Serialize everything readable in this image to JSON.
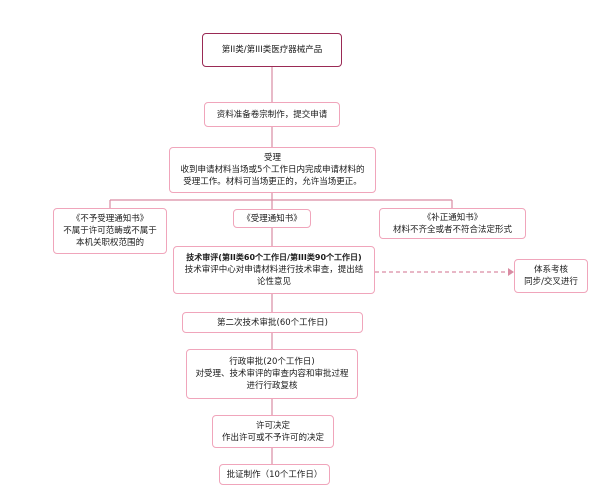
{
  "nodes": {
    "product_class": {
      "text": "第II类/第III类医疗器械产品"
    },
    "prepare_submit": {
      "text": "资料准备卷宗制作，提交申请"
    },
    "acceptance": {
      "title": "受理",
      "line1": "收到申请材料当场或5个工作日内完成申请材料的",
      "line2": "受理工作。材料可当场更正的，允许当场更正。"
    },
    "reject_notice": {
      "title": "《不予受理通知书》",
      "line1": "不属于许可范畴或不属于",
      "line2": "本机关职权范围的"
    },
    "accept_notice": {
      "title": "《受理通知书》"
    },
    "supplement_notice": {
      "title": "《补正通知书》",
      "line1": "材料不齐全或者不符合法定形式"
    },
    "tech_review": {
      "title": "技术审评(第II类60个工作日/第III类90个工作日)",
      "line1": "技术审评中心对申请材料进行技术审查，提出结",
      "line2": "论性意见"
    },
    "system_check": {
      "line1": "体系考核",
      "line2": "同步/交叉进行"
    },
    "second_review": {
      "text": "第二次技术审批(60个工作日)"
    },
    "admin_review": {
      "title": "行政审批(20个工作日)",
      "line1": "对受理、技术审评的审查内容和审批过程",
      "line2": "进行行政复核"
    },
    "decision": {
      "title": "许可决定",
      "line1": "作出许可或不予许可的决定"
    },
    "certificate": {
      "text": "批证制作（10个工作日）"
    }
  },
  "colors": {
    "node_border": "#f0a5bb",
    "root_border": "#9a2a55",
    "connector": "#d98ca3"
  }
}
